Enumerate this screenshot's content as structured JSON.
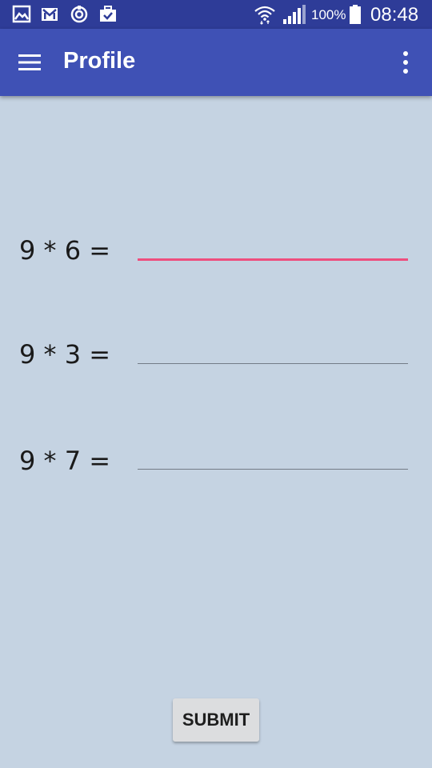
{
  "status_bar": {
    "battery": "100%",
    "time": "08:48",
    "icons": [
      "gallery-icon",
      "gmail-icon",
      "sync-icon",
      "briefcase-icon",
      "wifi-icon",
      "signal-icon",
      "battery-icon"
    ]
  },
  "app_bar": {
    "title": "Profile",
    "color": "#3f51b5",
    "status_color": "#2e3c98"
  },
  "content": {
    "background": "#c5d3e2",
    "questions": [
      {
        "label": "9 * 6 =",
        "value": ""
      },
      {
        "label": "9 * 3 =",
        "value": ""
      },
      {
        "label": "9 * 7 =",
        "value": ""
      }
    ],
    "focus_accent": "#ee4e7e",
    "submit_label": "SUBMIT"
  }
}
